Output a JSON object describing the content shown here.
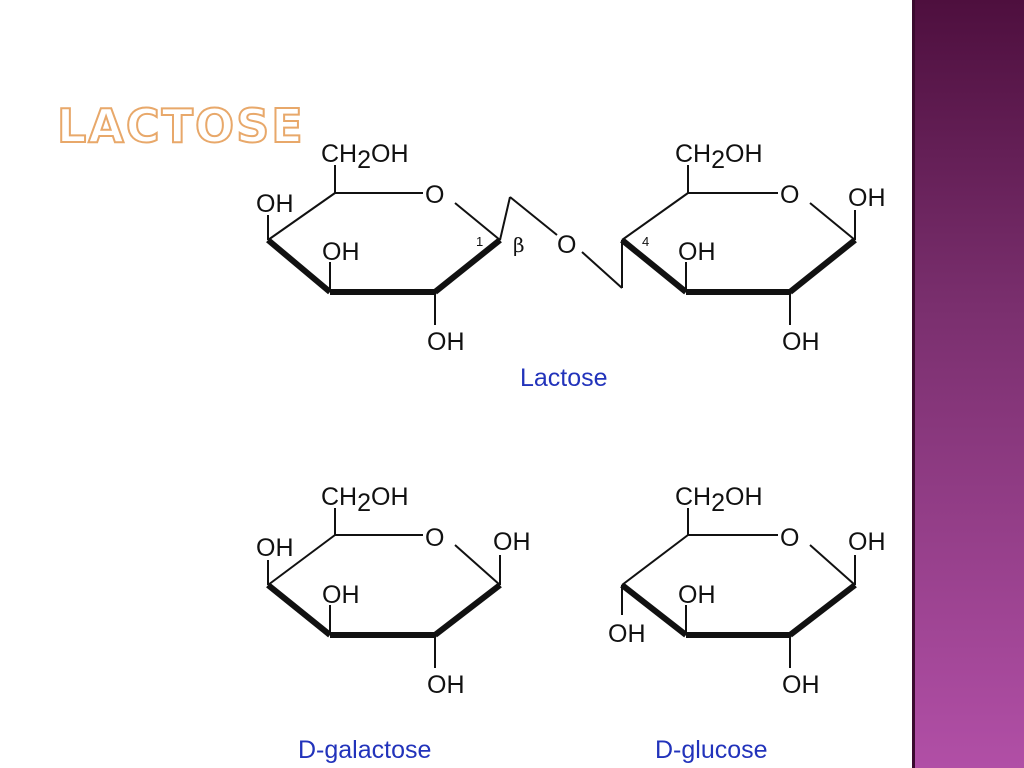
{
  "slide": {
    "title": "LACTOSE",
    "accent_color": "#e8a86a",
    "sidebar_gradient": [
      "#4e0f3e",
      "#b14fa6"
    ]
  },
  "lactose": {
    "left_ring_ch2oh_main": "CH",
    "left_ring_ch2oh_sub": "2",
    "left_ring_ch2oh_tail": "OH",
    "left_ring_ring_o": "O",
    "left_ring_c4_oh": "OH",
    "left_ring_c3_oh": "OH",
    "left_ring_c2_oh": "OH",
    "carbon_1_label": "1",
    "beta_label": "β",
    "glycosidic_o": "O",
    "carbon_4_label": "4",
    "right_ring_ch2oh_main": "CH",
    "right_ring_ch2oh_sub": "2",
    "right_ring_ch2oh_tail": "OH",
    "right_ring_ring_o": "O",
    "right_ring_c1_oh": "OH",
    "right_ring_c3_oh": "OH",
    "right_ring_c2_oh": "OH",
    "caption": "Lactose"
  },
  "galactose": {
    "ch2oh_main": "CH",
    "ch2oh_sub": "2",
    "ch2oh_tail": "OH",
    "ring_o": "O",
    "c1_oh": "OH",
    "c4_oh": "OH",
    "c3_oh": "OH",
    "c2_oh": "OH",
    "caption": "D-galactose"
  },
  "glucose": {
    "ch2oh_main": "CH",
    "ch2oh_sub": "2",
    "ch2oh_tail": "OH",
    "ring_o": "O",
    "c1_oh": "OH",
    "c3_oh": "OH",
    "c4_oh": "OH",
    "c2_oh": "OH",
    "caption": "D-glucose"
  }
}
